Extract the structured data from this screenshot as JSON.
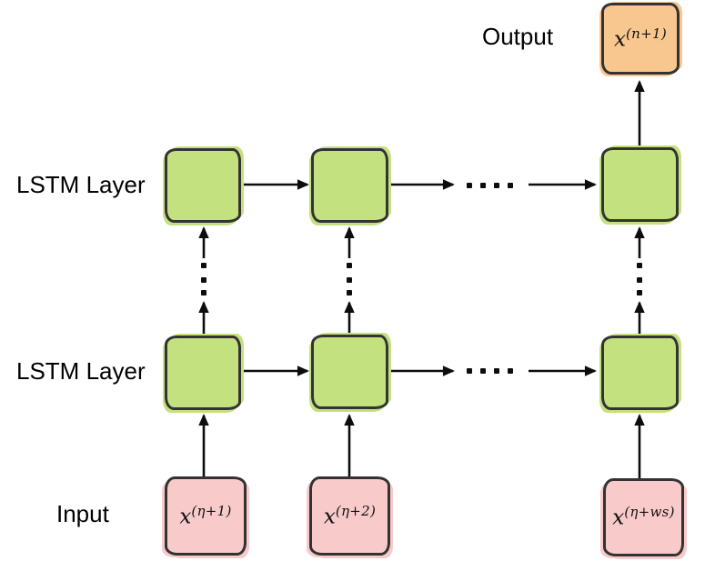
{
  "diagram": {
    "output_label": "Output",
    "lstm_layer_top_label": "LSTM Layer",
    "lstm_layer_bottom_label": "LSTM Layer",
    "input_label": "Input",
    "nodes": {
      "output": {
        "base": "x",
        "sup": "(n+1)"
      },
      "input_1": {
        "base": "x",
        "sup": "(η+1)"
      },
      "input_2": {
        "base": "x",
        "sup": "(η+2)"
      },
      "input_3": {
        "base": "x",
        "sup": "(η+ws)"
      }
    },
    "colors": {
      "lstm_fill": "#c4e17f",
      "input_fill": "#f8caca",
      "output_fill": "#f8c78f",
      "stroke": "#333333",
      "arrow": "#0d0d0d"
    }
  }
}
